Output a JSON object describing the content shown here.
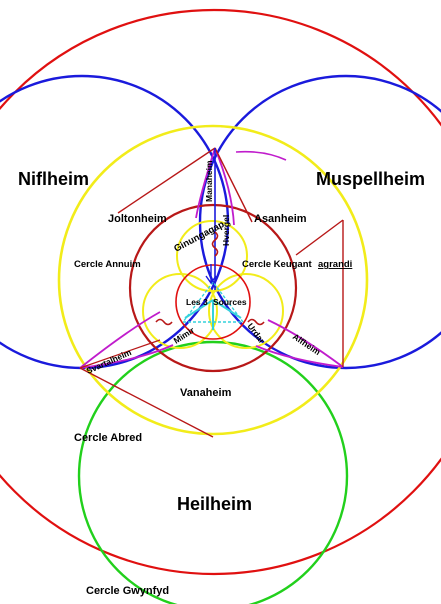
{
  "diagram": {
    "colors": {
      "red": "#e01010",
      "blue": "#1a1adc",
      "yellow": "#f2ec1a",
      "green": "#22d01c",
      "magenta": "#c01ccc",
      "cyan": "#34d2dc",
      "dark_red": "#b81818",
      "background": "#ffffff"
    },
    "labels": {
      "niflheim": "Niflheim",
      "muspellheim": "Muspellheim",
      "heilheim": "Heilheim",
      "vanaheim": "Vanaheim",
      "joltonheim": "Joltonheim",
      "asanheim": "Asanheim",
      "cercle_annuim": "Cercle Annuim",
      "cercle_keugant": "Cercle Keugant",
      "agrandi": "agrandi",
      "cercle_abred": "Cercle Abred",
      "cercle_gwynfyd": "Cercle Gwynfyd",
      "ginungagap": "Ginungagap",
      "les3": "Les 3",
      "sources": "Sources",
      "manaheim": "Manaheim",
      "hvergel": "Hvergel",
      "svartalheim": "Svartalheim",
      "mimir": "Mimir",
      "urdar": "Urdar",
      "alfheim": "Alfheim"
    }
  }
}
